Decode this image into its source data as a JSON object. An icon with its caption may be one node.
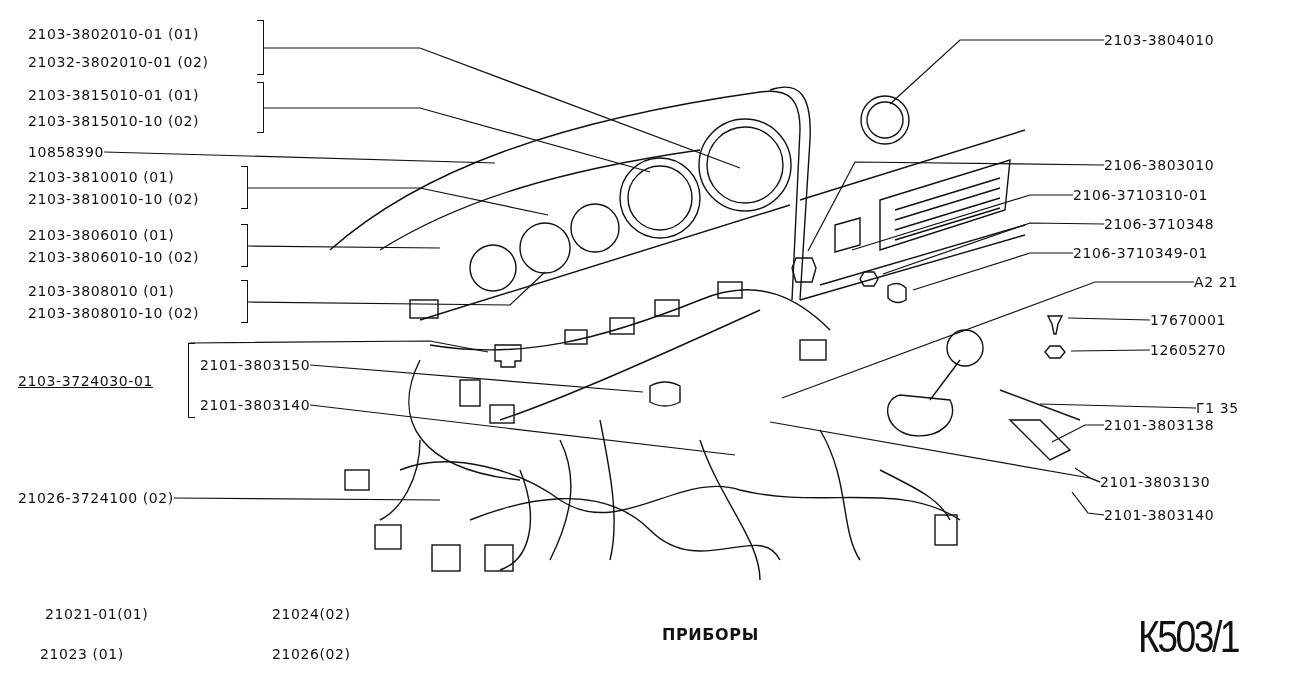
{
  "diagram": {
    "title": "ПРИБОРЫ",
    "nodes": [
      {
        "text": [
          "2103-3802010-01 (01)",
          "21032-3802010-01 (02)"
        ]
      },
      {
        "text": [
          "2103-3815010-01 (01)",
          "2103-3815010-10 (02)"
        ]
      },
      {
        "text": [
          "10858390"
        ]
      },
      {
        "text": [
          "2103-3810010 (01)",
          "2103-3810010-10 (02)"
        ]
      },
      {
        "text": [
          "2103-3806010 (01)",
          "2103-3806010-10 (02)"
        ]
      },
      {
        "text": [
          "2103-3808010 (01)",
          "2103-3808010-10 (02)"
        ]
      },
      {
        "text": [
          "2103-3724030-01"
        ]
      },
      {
        "text": [
          "2101-3803150"
        ],
        "in": 6
      },
      {
        "text": [
          "2101-3803140"
        ],
        "in": 6
      },
      {
        "text": [
          "21026-3724100 (02)"
        ]
      },
      {
        "text": [
          "2103-3804010"
        ]
      },
      {
        "text": [
          "2106-3803010"
        ]
      },
      {
        "text": [
          "2106-3710310-01"
        ]
      },
      {
        "text": [
          "2106-3710348"
        ]
      },
      {
        "text": [
          "2106-3710349-01"
        ]
      },
      {
        "text": [
          "A2 21"
        ]
      },
      {
        "text": [
          "17670001"
        ]
      },
      {
        "text": [
          "12605270"
        ]
      },
      {
        "text": [
          "Г1 35"
        ]
      },
      {
        "text": [
          "2101-3803138"
        ]
      },
      {
        "text": [
          "2101-3803130"
        ]
      },
      {
        "text": [
          "2101-3803140"
        ]
      }
    ],
    "edges": [
      {
        "from": 0,
        "to": null,
        "arrow": "none"
      },
      {
        "from": 1,
        "to": null,
        "arrow": "none"
      },
      {
        "from": 2,
        "to": null,
        "arrow": "none"
      },
      {
        "from": 3,
        "to": null,
        "arrow": "none"
      },
      {
        "from": 4,
        "to": null,
        "arrow": "none"
      },
      {
        "from": 5,
        "to": null,
        "arrow": "none"
      },
      {
        "from": 6,
        "to": null,
        "arrow": "none"
      },
      {
        "from": 7,
        "to": null,
        "arrow": "none"
      },
      {
        "from": 8,
        "to": null,
        "arrow": "none"
      },
      {
        "from": 9,
        "to": null,
        "arrow": "none"
      },
      {
        "from": 10,
        "to": null,
        "arrow": "none"
      },
      {
        "from": 11,
        "to": null,
        "arrow": "none"
      },
      {
        "from": 12,
        "to": null,
        "arrow": "none"
      },
      {
        "from": 13,
        "to": null,
        "arrow": "none"
      },
      {
        "from": 14,
        "to": null,
        "arrow": "none"
      },
      {
        "from": 15,
        "to": null,
        "arrow": "none"
      },
      {
        "from": 16,
        "to": null,
        "arrow": "none"
      },
      {
        "from": 17,
        "to": null,
        "arrow": "none"
      },
      {
        "from": 18,
        "to": null,
        "arrow": "none"
      },
      {
        "from": 19,
        "to": null,
        "arrow": "none"
      },
      {
        "from": 20,
        "to": null,
        "arrow": "none"
      },
      {
        "from": 20,
        "to": null,
        "arrow": "none"
      },
      {
        "from": 21,
        "to": null,
        "arrow": "none"
      }
    ],
    "labels": [
      "21021-01(01)",
      "21024(02)",
      "21023 (01)",
      "21026(02)",
      "К503/1"
    ]
  }
}
